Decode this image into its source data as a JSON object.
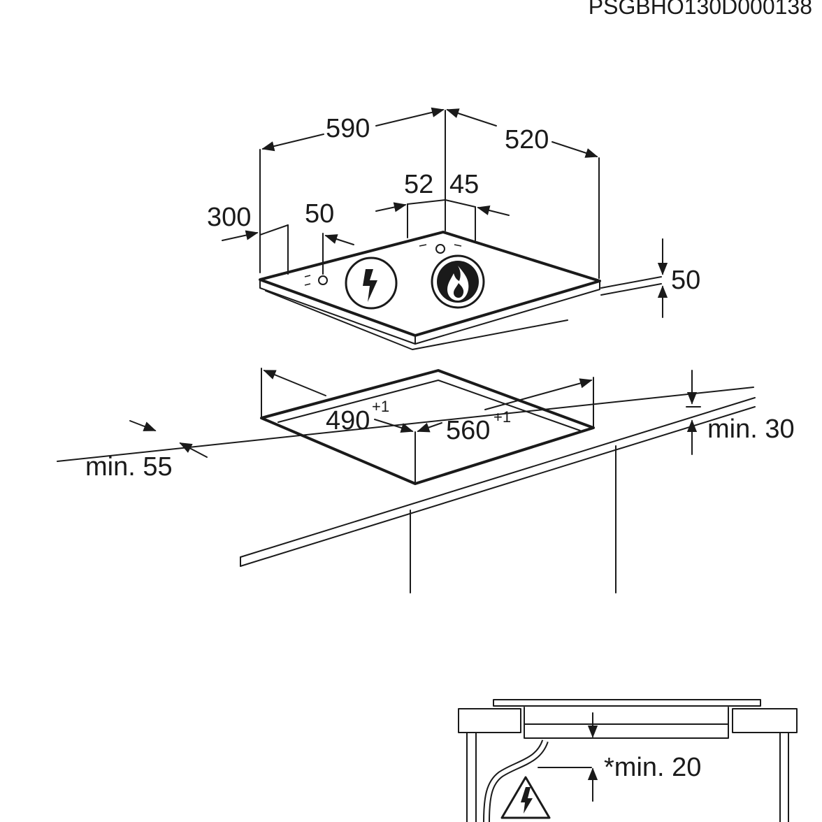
{
  "document_code": "PSGBHO130D000138",
  "hob": {
    "width": "590",
    "depth": "520",
    "height": "50",
    "control_offset_left_a": "300",
    "control_offset_left_b": "50",
    "control_offset_rear_a": "52",
    "control_offset_rear_b": "45"
  },
  "cutout": {
    "width": "560",
    "width_tolerance": "+1",
    "depth": "490",
    "depth_tolerance": "+1",
    "min_front": "min. 55",
    "min_clearance": "min. 30"
  },
  "detail": {
    "min_gap": "*min. 20"
  },
  "icons": [
    "lightning-icon",
    "flame-icon",
    "electric-hazard-icon"
  ]
}
